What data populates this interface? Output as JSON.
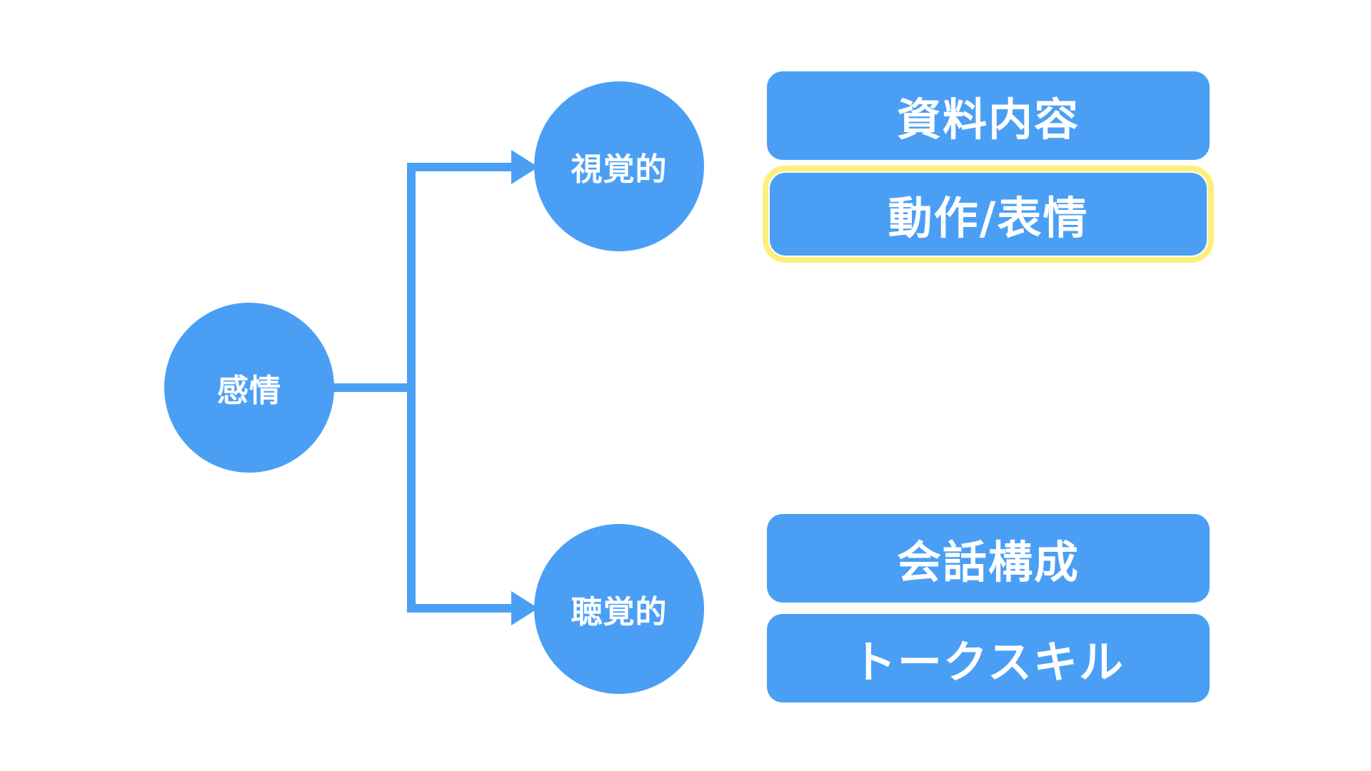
{
  "colors": {
    "primary": "#4a9ff5",
    "highlight": "#fdf07a",
    "background": "#ffffff"
  },
  "root": {
    "label": "感情"
  },
  "branches": [
    {
      "label": "視覚的",
      "items": [
        {
          "label": "資料内容",
          "highlighted": false
        },
        {
          "label": "動作/表情",
          "highlighted": true
        }
      ]
    },
    {
      "label": "聴覚的",
      "items": [
        {
          "label": "会話構成",
          "highlighted": false
        },
        {
          "label": "トークスキル",
          "highlighted": false
        }
      ]
    }
  ]
}
